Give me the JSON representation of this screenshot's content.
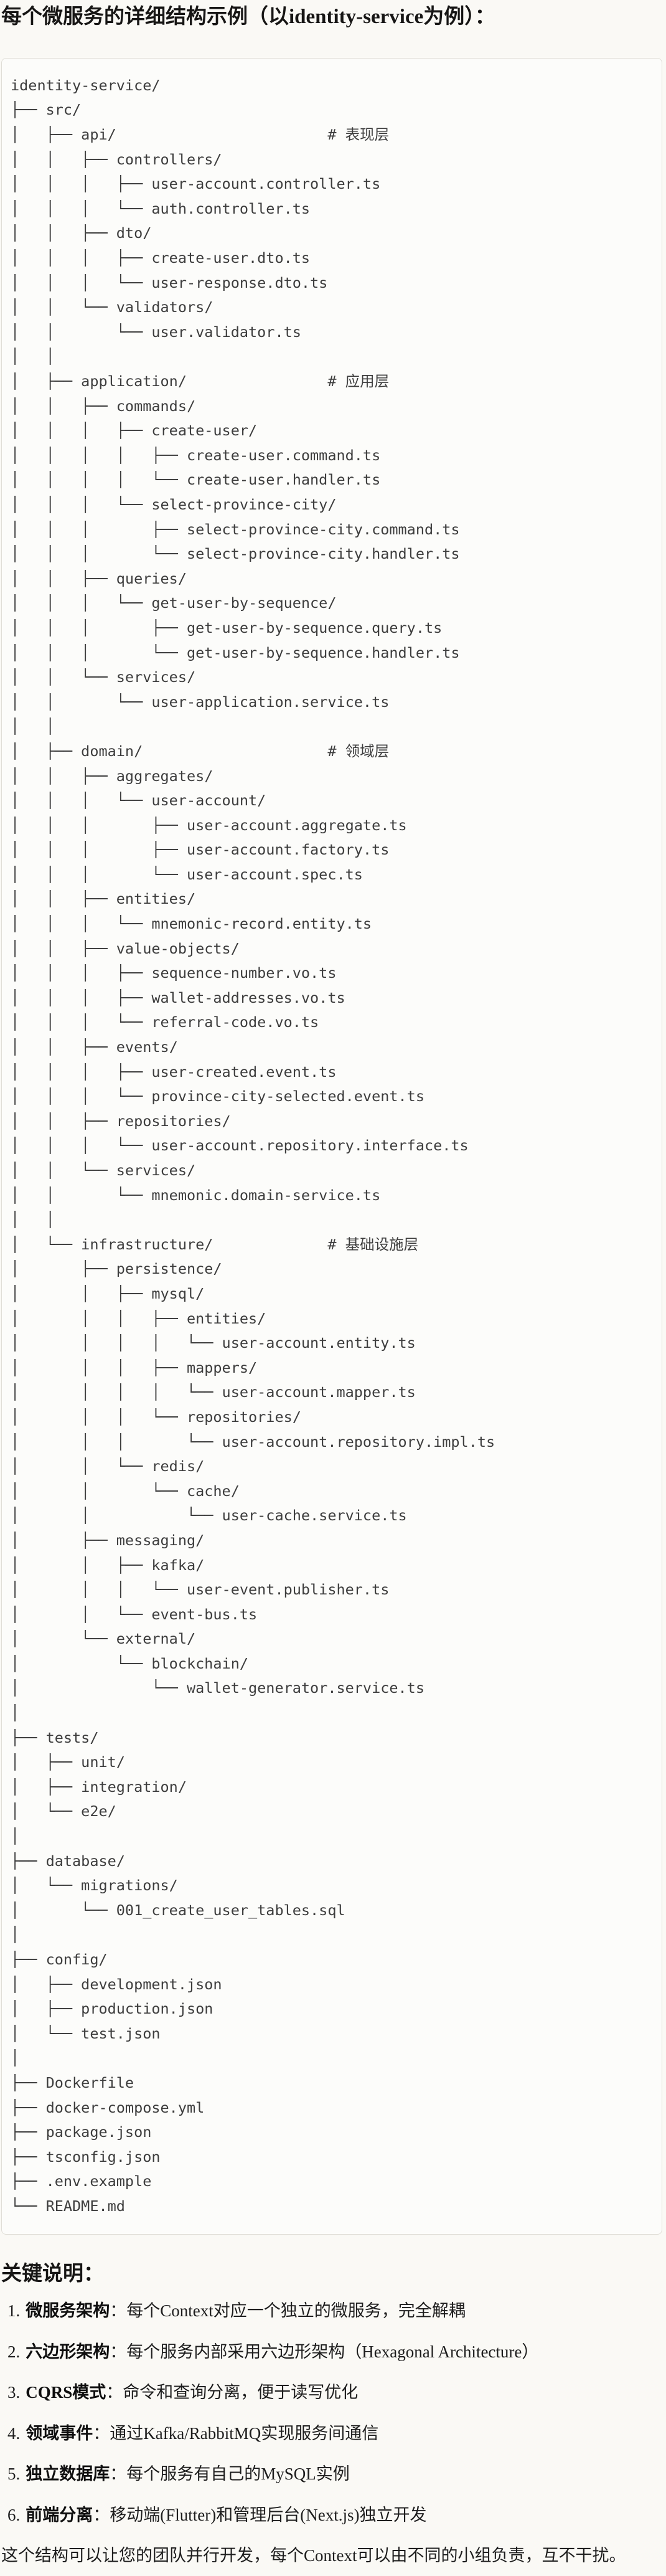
{
  "page": {
    "title": "每个微服务的详细结构示例（以identity-service为例）：",
    "notes_heading": "关键说明：",
    "closing": "这个结构可以让您的团队并行开发，每个Context可以由不同的小组负责，互不干扰。"
  },
  "tree": {
    "root": "identity-service/",
    "layer_comments": [
      "# 表现层",
      "# 应用层",
      "# 领域层",
      "# 基础设施层"
    ],
    "lines": [
      "identity-service/",
      "├── src/",
      "│   ├── api/                        # 表现层",
      "│   │   ├── controllers/",
      "│   │   │   ├── user-account.controller.ts",
      "│   │   │   └── auth.controller.ts",
      "│   │   ├── dto/",
      "│   │   │   ├── create-user.dto.ts",
      "│   │   │   └── user-response.dto.ts",
      "│   │   └── validators/",
      "│   │       └── user.validator.ts",
      "│   │",
      "│   ├── application/                # 应用层",
      "│   │   ├── commands/",
      "│   │   │   ├── create-user/",
      "│   │   │   │   ├── create-user.command.ts",
      "│   │   │   │   └── create-user.handler.ts",
      "│   │   │   └── select-province-city/",
      "│   │   │       ├── select-province-city.command.ts",
      "│   │   │       └── select-province-city.handler.ts",
      "│   │   ├── queries/",
      "│   │   │   └── get-user-by-sequence/",
      "│   │   │       ├── get-user-by-sequence.query.ts",
      "│   │   │       └── get-user-by-sequence.handler.ts",
      "│   │   └── services/",
      "│   │       └── user-application.service.ts",
      "│   │",
      "│   ├── domain/                     # 领域层",
      "│   │   ├── aggregates/",
      "│   │   │   └── user-account/",
      "│   │   │       ├── user-account.aggregate.ts",
      "│   │   │       ├── user-account.factory.ts",
      "│   │   │       └── user-account.spec.ts",
      "│   │   ├── entities/",
      "│   │   │   └── mnemonic-record.entity.ts",
      "│   │   ├── value-objects/",
      "│   │   │   ├── sequence-number.vo.ts",
      "│   │   │   ├── wallet-addresses.vo.ts",
      "│   │   │   └── referral-code.vo.ts",
      "│   │   ├── events/",
      "│   │   │   ├── user-created.event.ts",
      "│   │   │   └── province-city-selected.event.ts",
      "│   │   ├── repositories/",
      "│   │   │   └── user-account.repository.interface.ts",
      "│   │   └── services/",
      "│   │       └── mnemonic.domain-service.ts",
      "│   │",
      "│   └── infrastructure/             # 基础设施层",
      "│       ├── persistence/",
      "│       │   ├── mysql/",
      "│       │   │   ├── entities/",
      "│       │   │   │   └── user-account.entity.ts",
      "│       │   │   ├── mappers/",
      "│       │   │   │   └── user-account.mapper.ts",
      "│       │   │   └── repositories/",
      "│       │   │       └── user-account.repository.impl.ts",
      "│       │   └── redis/",
      "│       │       └── cache/",
      "│       │           └── user-cache.service.ts",
      "│       ├── messaging/",
      "│       │   ├── kafka/",
      "│       │   │   └── user-event.publisher.ts",
      "│       │   └── event-bus.ts",
      "│       └── external/",
      "│           └── blockchain/",
      "│               └── wallet-generator.service.ts",
      "│",
      "├── tests/",
      "│   ├── unit/",
      "│   ├── integration/",
      "│   └── e2e/",
      "│",
      "├── database/",
      "│   └── migrations/",
      "│       └── 001_create_user_tables.sql",
      "│",
      "├── config/",
      "│   ├── development.json",
      "│   ├── production.json",
      "│   └── test.json",
      "│",
      "├── Dockerfile",
      "├── docker-compose.yml",
      "├── package.json",
      "├── tsconfig.json",
      "├── .env.example",
      "└── README.md"
    ]
  },
  "notes": {
    "items": [
      {
        "num": "1.",
        "term": "微服务架构",
        "sep": "：",
        "desc": "每个Context对应一个独立的微服务，完全解耦"
      },
      {
        "num": "2.",
        "term": "六边形架构",
        "sep": "：",
        "desc": "每个服务内部采用六边形架构（Hexagonal Architecture）"
      },
      {
        "num": "3.",
        "term": "CQRS模式",
        "sep": "：",
        "desc": "命令和查询分离，便于读写优化"
      },
      {
        "num": "4.",
        "term": "领域事件",
        "sep": "：",
        "desc": "通过Kafka/RabbitMQ实现服务间通信"
      },
      {
        "num": "5.",
        "term": "独立数据库",
        "sep": "：",
        "desc": "每个服务有自己的MySQL实例"
      },
      {
        "num": "6.",
        "term": "前端分离",
        "sep": "：",
        "desc": "移动端(Flutter)和管理后台(Next.js)独立开发"
      }
    ]
  },
  "colors": {
    "page_bg": "#faf9f5",
    "code_bg": "#fcfcfa",
    "code_border": "#e0ded7",
    "tree_text": "#3d3d3d",
    "heading_text": "#171615",
    "body_text": "#1d1d1d"
  }
}
